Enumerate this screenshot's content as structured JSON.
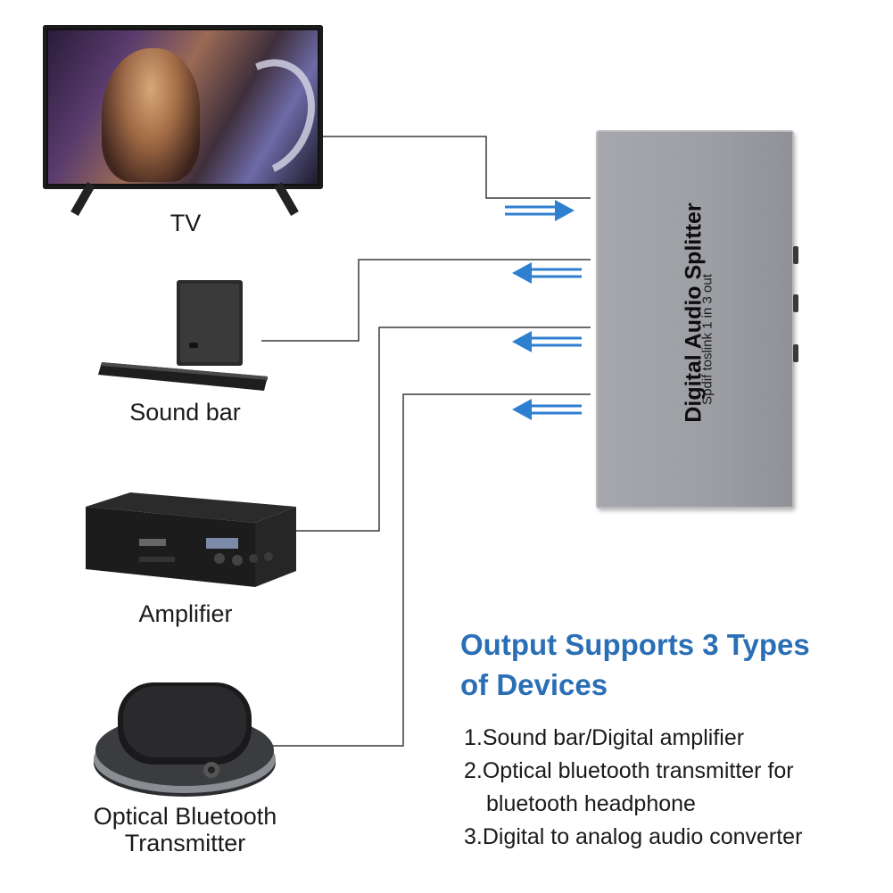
{
  "splitter": {
    "title": "Digital Audio Splitter",
    "subtitle": "Spdif toslink 1 in 3 out"
  },
  "devices": {
    "tv": "TV",
    "sound_bar": "Sound bar",
    "amplifier": "Amplifier",
    "bluetooth_line1": "Optical Bluetooth",
    "bluetooth_line2": "Transmitter"
  },
  "heading": {
    "line1": "Output Supports 3 Types",
    "line2": "of Devices"
  },
  "list": {
    "item1": "1.Sound bar/Digital amplifier",
    "item2_line1": "2.Optical bluetooth transmitter for",
    "item2_line2": "bluetooth headphone",
    "item3": "3.Digital to analog audio converter"
  },
  "colors": {
    "arrow": "#2f7fd0",
    "heading": "#2a6fb5",
    "wire": "#3a3a3a",
    "splitter": "#9c9ea3"
  },
  "icons": {
    "arrow_in": "arrow-right",
    "arrow_out": "arrow-left"
  }
}
